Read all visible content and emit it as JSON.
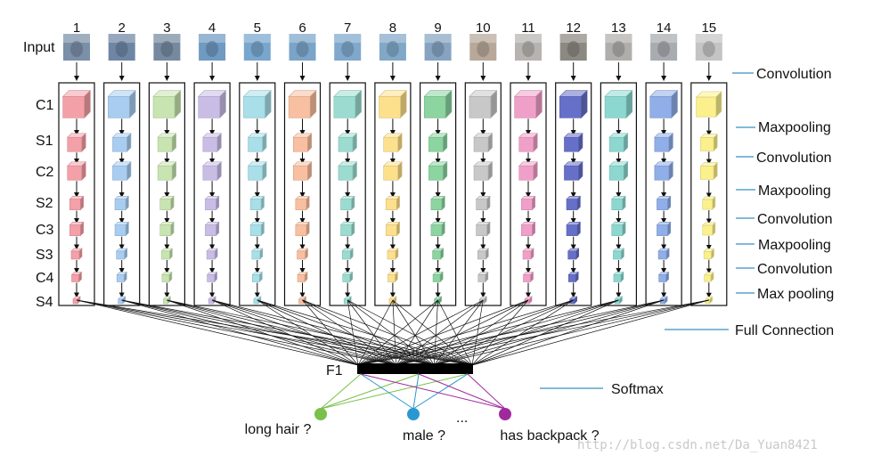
{
  "input_label": "Input",
  "column_numbers": [
    "1",
    "2",
    "3",
    "4",
    "5",
    "6",
    "7",
    "8",
    "9",
    "10",
    "11",
    "12",
    "13",
    "14",
    "15"
  ],
  "column_colors": [
    "#f4a0a8",
    "#a9cdf0",
    "#c8e4b0",
    "#c9bde6",
    "#a8dfe8",
    "#f8c0a0",
    "#9cdcd0",
    "#fde08c",
    "#8cd4a0",
    "#c8c8c8",
    "#f0a0c8",
    "#6670c8",
    "#8cd8d0",
    "#90aee8",
    "#fbf08c"
  ],
  "thumb_colors": [
    "#7a8fa8",
    "#6e86a4",
    "#758aa0",
    "#6f9ac2",
    "#78a6cc",
    "#7aa4c8",
    "#7fa8cc",
    "#82a8c8",
    "#86a4c2",
    "#b7a89a",
    "#b7b3b0",
    "#8c8882",
    "#b0aeac",
    "#a8acb0",
    "#c4c4c4"
  ],
  "row_labels": [
    "C1",
    "S1",
    "C2",
    "S2",
    "C3",
    "S3",
    "C4",
    "S4"
  ],
  "layer_labels": [
    "Convolution",
    "Maxpooling",
    "Convolution",
    "Maxpooling",
    "Convolution",
    "Maxpooling",
    "Convolution",
    "Max pooling"
  ],
  "full_connection_label": "Full Connection",
  "fc_label": "F1",
  "softmax_label": "Softmax",
  "outputs": [
    {
      "label": "long hair ?",
      "color": "#7ac04a"
    },
    {
      "label": "male ?",
      "color": "#2a98d0"
    },
    {
      "label": "has backpack ?",
      "color": "#a02a9c"
    }
  ],
  "ellipsis": "...",
  "watermark": "http://blog.csdn.net/Da_Yuan8421"
}
